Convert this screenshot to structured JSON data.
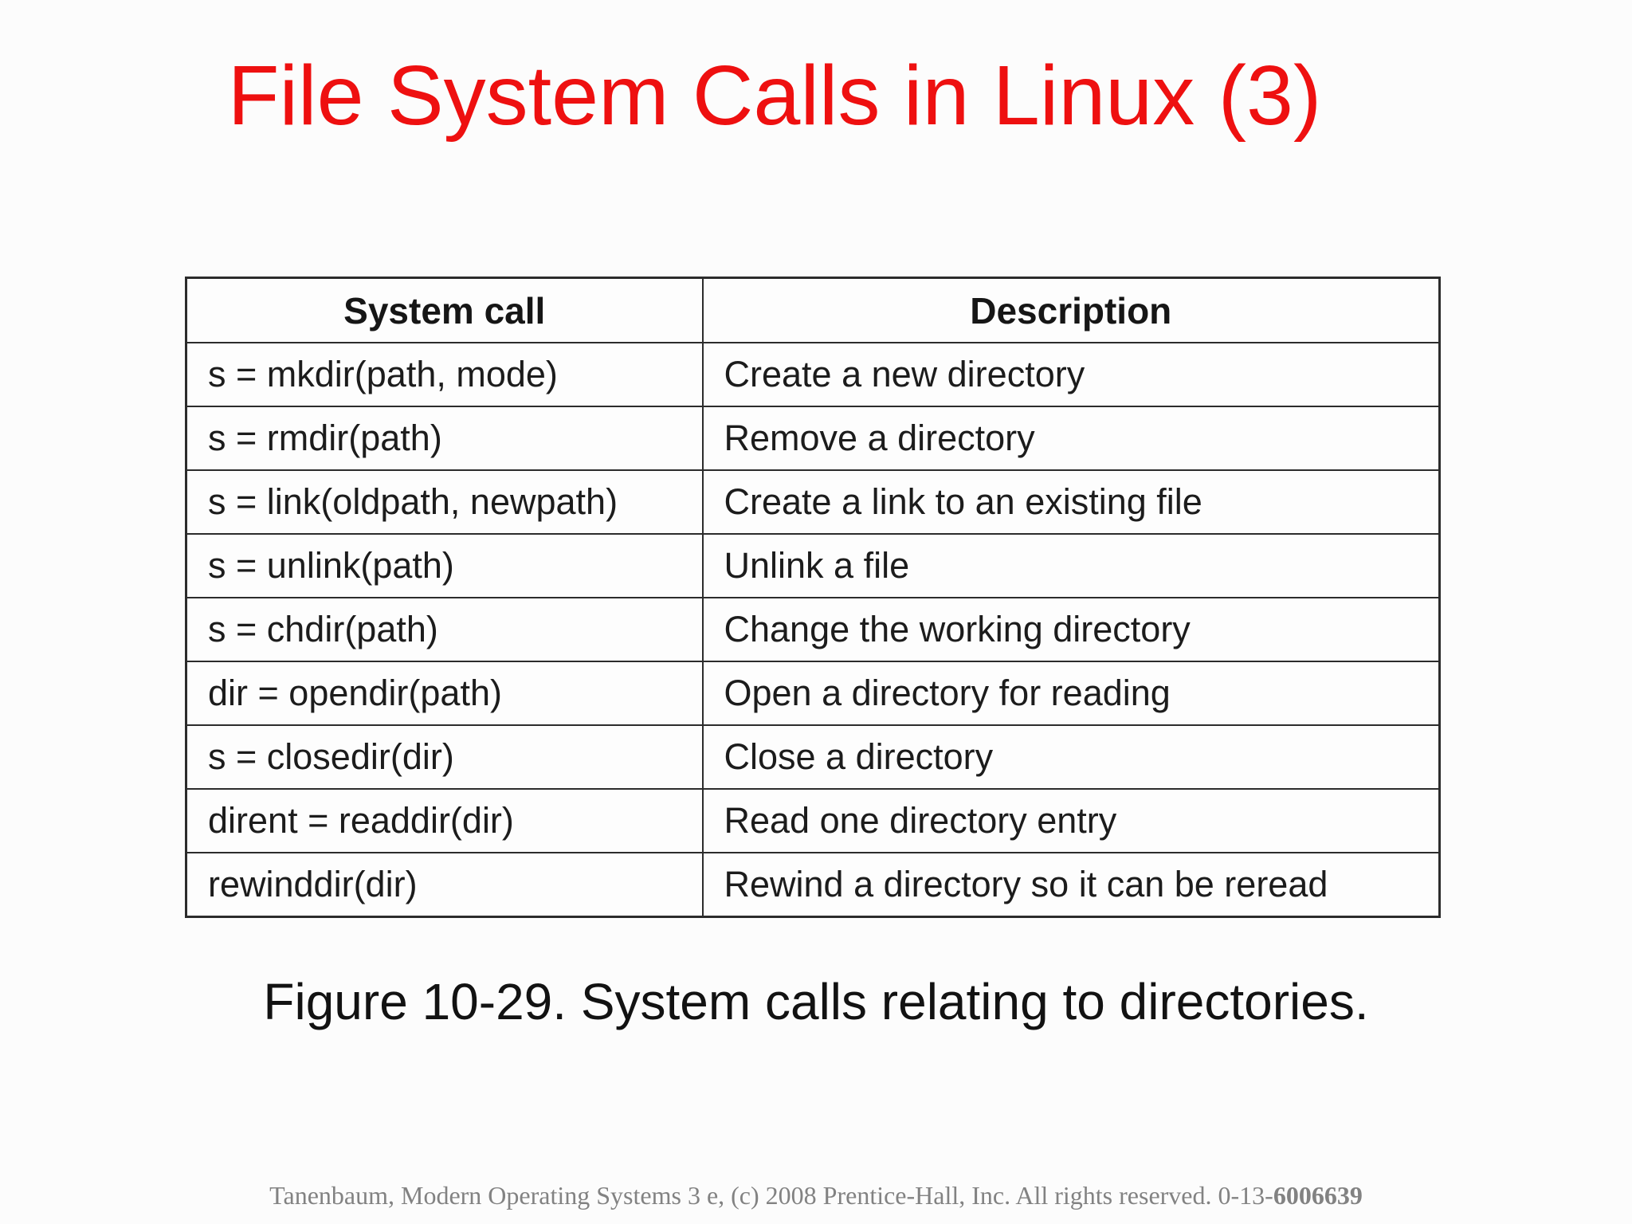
{
  "slide": {
    "title": "File System Calls in Linux (3)",
    "caption": "Figure 10-29. System calls relating to directories.",
    "footer": {
      "text": "Tanenbaum, Modern Operating Systems 3 e, (c) 2008 Prentice-Hall, Inc. All rights reserved. 0-13-",
      "isbn_bold": "6006639"
    },
    "colors": {
      "title_red": "#ee1010",
      "body_text": "#1c1c1c",
      "table_border": "#2c2c2c",
      "footer_gray": "#828282",
      "background": "#fcfcfc"
    }
  },
  "table": {
    "headers": [
      "System call",
      "Description"
    ],
    "rows": [
      {
        "call": "s = mkdir(path, mode)",
        "description": "Create a new directory"
      },
      {
        "call": "s = rmdir(path)",
        "description": "Remove a directory"
      },
      {
        "call": "s = link(oldpath, newpath)",
        "description": "Create a link to an existing file"
      },
      {
        "call": "s = unlink(path)",
        "description": "Unlink a file"
      },
      {
        "call": "s = chdir(path)",
        "description": "Change the working directory"
      },
      {
        "call": "dir = opendir(path)",
        "description": "Open a directory for reading"
      },
      {
        "call": "s = closedir(dir)",
        "description": "Close a directory"
      },
      {
        "call": "dirent = readdir(dir)",
        "description": "Read one directory entry"
      },
      {
        "call": "rewinddir(dir)",
        "description": "Rewind a directory so it can be reread"
      }
    ]
  }
}
